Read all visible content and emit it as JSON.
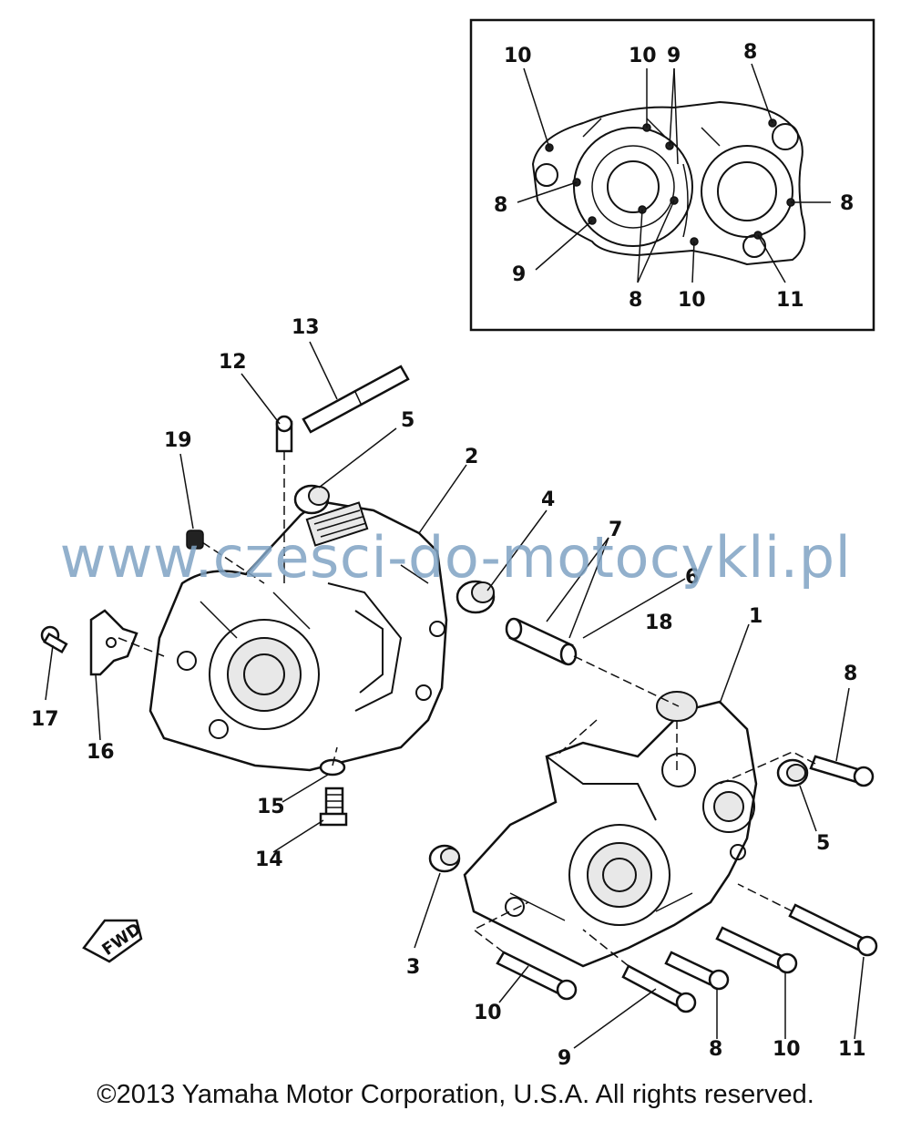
{
  "inset_callouts": [
    "10",
    "10",
    "9",
    "8",
    "8",
    "8",
    "9",
    "8",
    "10",
    "11"
  ],
  "main_callouts": [
    "13",
    "12",
    "5",
    "19",
    "2",
    "4",
    "7",
    "6",
    "18",
    "1",
    "8",
    "17",
    "16",
    "15",
    "14",
    "5",
    "3",
    "10",
    "9",
    "8",
    "10",
    "11"
  ],
  "fwd_mark": "FWD",
  "watermark": "www.czesci-do-motocykli.pl",
  "copyright": "©2013 Yamaha Motor Corporation, U.S.A. All rights reserved."
}
